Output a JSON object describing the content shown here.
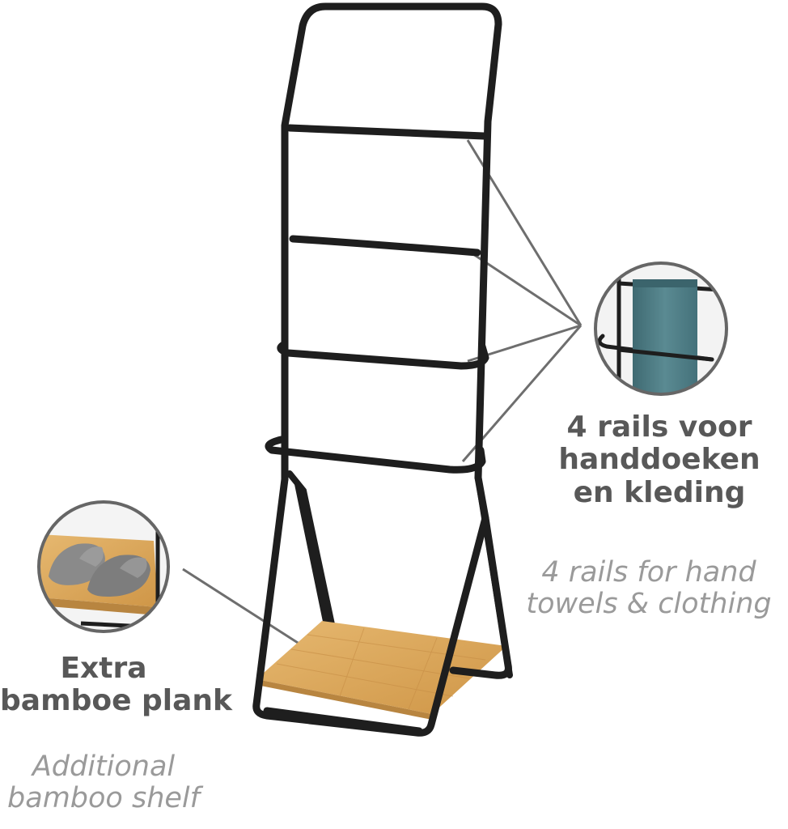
{
  "callouts": {
    "rails": {
      "label_nl": [
        "4 rails voor",
        "handdoeken",
        "en kleding"
      ],
      "label_en": [
        "4 rails for hand",
        "towels & clothing"
      ],
      "detail_icon": "towel-on-rail"
    },
    "plank": {
      "label_nl": [
        "Extra",
        "bamboe plank"
      ],
      "label_en": [
        "Additional",
        "bamboo shelf"
      ],
      "detail_icon": "slippers-on-bamboo"
    }
  },
  "colors": {
    "frame": "#1e1e1e",
    "bamboo": "#d9a55c",
    "towel": "#4f7e86",
    "slippers": "#8a8a8a",
    "leader_line": "#6e6e6e",
    "text_nl": "#585858",
    "text_en": "#9a9a9a"
  }
}
